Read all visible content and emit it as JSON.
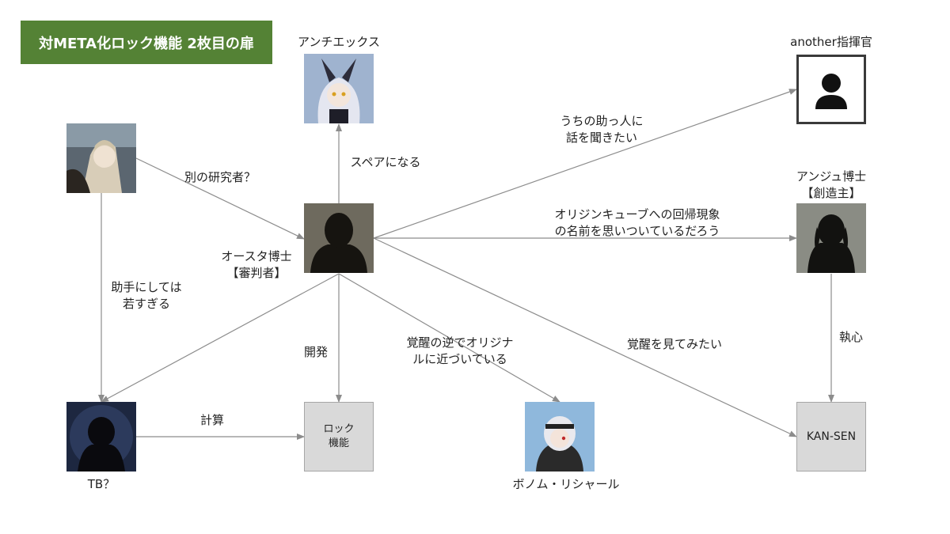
{
  "title": "対META化ロック機能 2枚目の扉",
  "nodes": {
    "antichecks": {
      "label": "アンチエックス"
    },
    "another": {
      "label": "another指揮官"
    },
    "auster": {
      "label_line1": "オースタ博士",
      "label_line2": "【審判者】"
    },
    "anju": {
      "label_line1": "アンジュ博士",
      "label_line2": "【創造主】"
    },
    "tb": {
      "label": "TB？"
    },
    "lock": {
      "label_line1": "ロック",
      "label_line2": "機能"
    },
    "bonom": {
      "label": "ボノム・リシャール"
    },
    "kansen": {
      "label": "KAN-SEN"
    }
  },
  "edges": {
    "other_researcher": "別の研究者？",
    "too_young_l1": "助手にしては",
    "too_young_l2": "若すぎる",
    "spare": "スペアになる",
    "helper_l1": "うちの助っ人に",
    "helper_l2": "話を聞きたい",
    "origin_l1": "オリジンキューブへの回帰現象",
    "origin_l2": "の名前を思いついているだろう",
    "develop": "開発",
    "awakening_l1": "覚醒の逆でオリジナ",
    "awakening_l2": "ルに近づいている",
    "see_awakening": "覚醒を見てみたい",
    "obsession": "執心",
    "calc": "計算"
  },
  "colors": {
    "title_bg": "#548235",
    "edge": "#8c8c8c",
    "box_bg": "#d9d9d9"
  }
}
